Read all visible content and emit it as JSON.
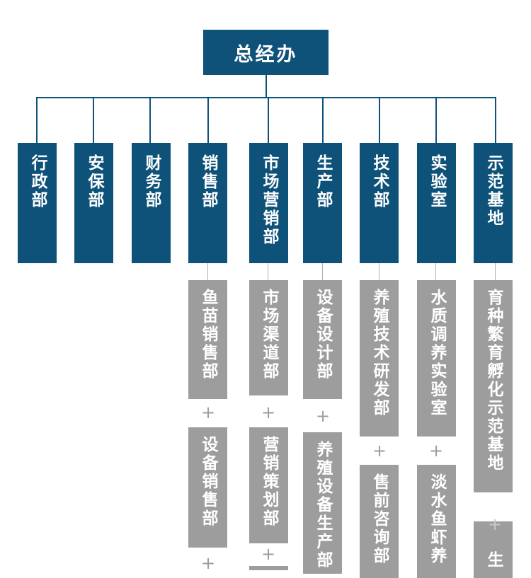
{
  "root": {
    "label": "总经办"
  },
  "departments": [
    {
      "label": "行政部"
    },
    {
      "label": "安保部"
    },
    {
      "label": "财务部"
    },
    {
      "label": "销售部",
      "subs": [
        "鱼苗销售部",
        "设备销售部"
      ]
    },
    {
      "label": "市场营销部",
      "subs": [
        "市场渠道部",
        "营销策划部"
      ]
    },
    {
      "label": "生产部",
      "subs": [
        "设备设计部",
        "养殖设备生产部"
      ]
    },
    {
      "label": "技术部",
      "subs": [
        "养殖技术研发部",
        "售前咨询部"
      ]
    },
    {
      "label": "实验室",
      "subs": [
        "水质调养实验室",
        "淡水鱼虾养"
      ]
    },
    {
      "label": "示范基地",
      "subs": [
        "育种繁育孵化示范基地",
        "生"
      ]
    }
  ],
  "separator": "+",
  "colors": {
    "primary": "#0f5279",
    "secondary": "#9d9d9d",
    "plus": "#9d9d9d"
  }
}
